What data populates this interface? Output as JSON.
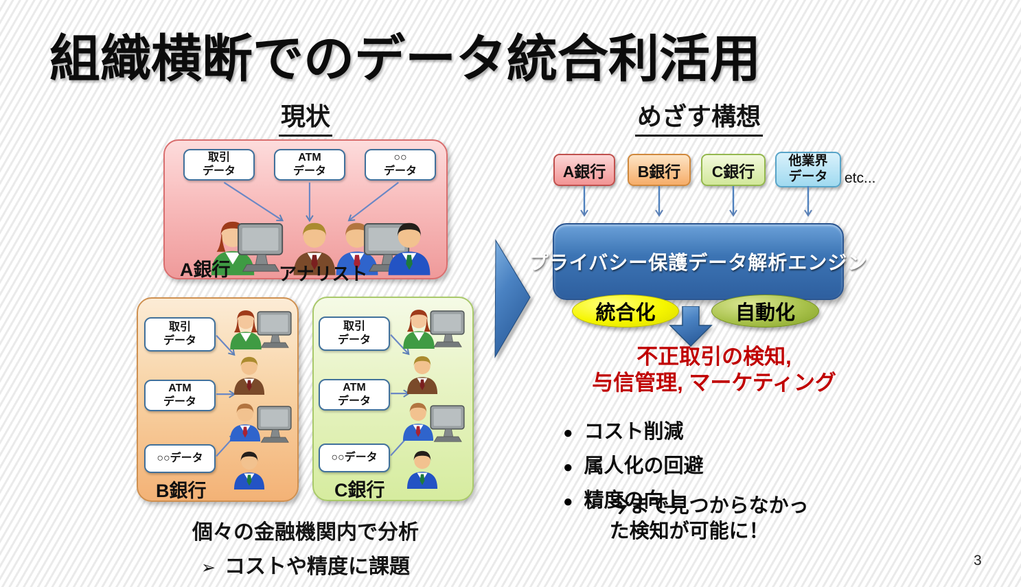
{
  "slide": {
    "title": "組織横断でのデータ統合利活用",
    "page_number": "3"
  },
  "current": {
    "heading": "現状",
    "bank_a": {
      "label": "A銀行",
      "analyst_label": "アナリスト",
      "sources": [
        "取引\nデータ",
        "ATM\nデータ",
        "○○\nデータ"
      ]
    },
    "bank_b": {
      "label": "B銀行",
      "sources": [
        "取引\nデータ",
        "ATM\nデータ",
        "○○データ"
      ]
    },
    "bank_c": {
      "label": "C銀行",
      "sources": [
        "取引\nデータ",
        "ATM\nデータ",
        "○○データ"
      ]
    },
    "caption": {
      "line1": "個々の金融機関内で分析",
      "bullet": "➢",
      "line2": "コストや精度に課題"
    }
  },
  "target": {
    "heading": "めざす構想",
    "inputs": [
      {
        "label": "A銀行",
        "color": "#f29494"
      },
      {
        "label": "B銀行",
        "color": "#f6ad69"
      },
      {
        "label": "C銀行",
        "color": "#d2e89a"
      },
      {
        "label": "他業界\nデータ",
        "color": "#a0daf0"
      }
    ],
    "etc_label": "etc...",
    "engine_label": "プライバシー保護データ解析エンジン",
    "badge_left": "統合化",
    "badge_right": "自動化",
    "outcome_line1": "不正取引の検知,",
    "outcome_line2": "与信管理, マーケティング",
    "bullet_char": "●",
    "benefits": [
      "コスト削減",
      "属人化の回避",
      "精度の向上"
    ],
    "sub_benefit": {
      "bullet": "➢",
      "label": "今まで見つからなかっ\nた検知が可能に！"
    }
  },
  "colors": {
    "engine_blue": "#2e5f9f",
    "arrow_blue": "#4f81bd",
    "outcome_red": "#c00000",
    "badge_yellow": "#f6f600",
    "badge_green": "#a9c24c",
    "bank_a_pink": "#ef9a9a",
    "bank_b_orange": "#f3b276",
    "bank_c_green": "#d6ec9f",
    "other_industry_blue": "#a0daf0"
  }
}
